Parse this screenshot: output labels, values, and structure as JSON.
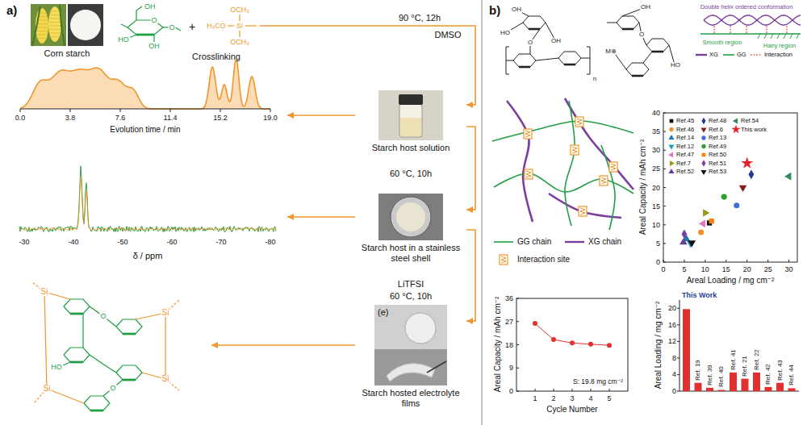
{
  "diagram": {
    "nodes": [
      {
        "text": [
          "Starch host solution"
        ]
      },
      {
        "text": [
          "Starch host in a stainless steel shell"
        ]
      },
      {
        "text": [
          "(e)",
          "Starch hosted electrolyte films"
        ]
      }
    ],
    "edges": [
      {
        "from": 0,
        "to": 1,
        "arrow": "to"
      },
      {
        "from": 1,
        "to": 2,
        "arrow": "to"
      }
    ],
    "labels": [
      "a)",
      "Corn starch",
      "Crosslinking",
      "90 °C, 12h",
      "DMSO",
      "OH",
      "O",
      "HO",
      "OH",
      "O",
      "OCH₃",
      "H₃CO",
      "Si",
      "OCH₃",
      "0.0",
      "3.8",
      "7.6",
      "11.4",
      "15.2",
      "19.0",
      "Evolution time / min",
      "-30",
      "-40",
      "-50",
      "-60",
      "-70",
      "-80",
      "δ / ppm",
      "60 °C, 10h",
      "LiTFSI",
      "60 °C, 10h",
      "Si",
      "Si",
      "Si",
      "Si",
      "HO",
      "O",
      "O",
      "b)",
      "OH",
      "HO",
      "OH",
      "O",
      "n",
      "M⊕",
      "OH",
      "HO",
      "O",
      "Double helix ordered conformation",
      "Smooth region",
      "Hairy region",
      "Areal Capacity / mAh cm⁻²",
      "0",
      "5",
      "10",
      "15",
      "20",
      "25",
      "30",
      "35",
      "40",
      "0",
      "5",
      "10",
      "15",
      "20",
      "25",
      "30",
      "Areal Loading / mg cm⁻²",
      "Areal Capacity / mAh cm⁻²",
      "0",
      "9",
      "18",
      "27",
      "36",
      "1",
      "2",
      "3",
      "4",
      "5",
      "Cycle Number",
      "S: 19.8 mg cm⁻²",
      "Areal Loading / mg cm⁻²",
      "0",
      "4",
      "8",
      "12",
      "16",
      "20",
      "This Work",
      "Ref. 19",
      "Ref. 39",
      "Ref. 40",
      "Ref. 41",
      "Ref. 21",
      "Ref. 22",
      "Ref. 42",
      "Ref. 43",
      "Ref. 44",
      "+"
    ],
    "legend": [
      {
        "text": "XG"
      },
      {
        "text": "GG"
      },
      {
        "text": "Interaction"
      },
      {
        "text": "GG chain"
      },
      {
        "text": "XG chain"
      },
      {
        "text": "Interaction site"
      },
      {
        "text": "Ref.45"
      },
      {
        "text": "Ref.46"
      },
      {
        "text": "Ref.14"
      },
      {
        "text": "Ref.12"
      },
      {
        "text": "Ref.47"
      },
      {
        "text": "Ref.7"
      },
      {
        "text": "Ref.52"
      },
      {
        "text": "Ref.48"
      },
      {
        "text": "Ref.6"
      },
      {
        "text": "Ref.13"
      },
      {
        "text": "Ref.49"
      },
      {
        "text": "Ref.50"
      },
      {
        "text": "Ref.51"
      },
      {
        "text": "Ref.53"
      },
      {
        "text": "Ref.54"
      },
      {
        "text": "This work"
      }
    ]
  }
}
